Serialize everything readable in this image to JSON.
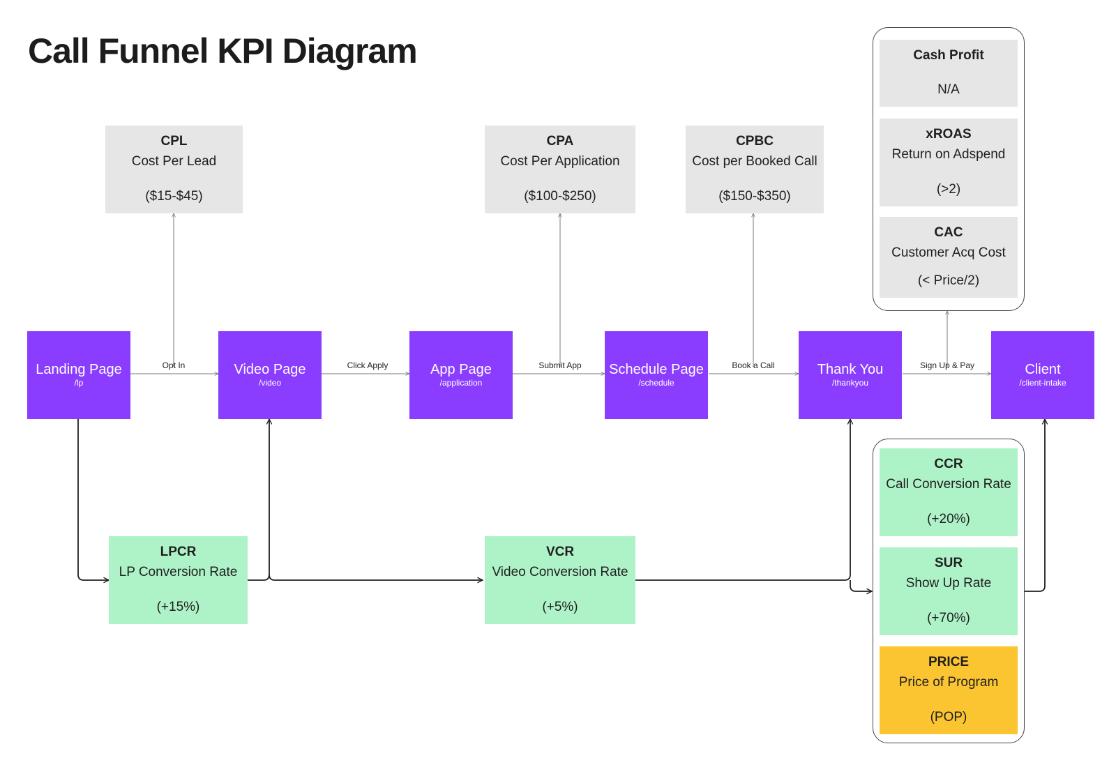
{
  "title": "Call Funnel KPI Diagram",
  "colors": {
    "page": "#8b3dff",
    "cost_kpi": "#e6e6e6",
    "rate_kpi": "#aef3c8",
    "price_kpi": "#fbc531"
  },
  "pages": [
    {
      "name": "Landing Page",
      "path": "/lp"
    },
    {
      "name": "Video Page",
      "path": "/video"
    },
    {
      "name": "App Page",
      "path": "/application"
    },
    {
      "name": "Schedule Page",
      "path": "/schedule"
    },
    {
      "name": "Thank You",
      "path": "/thankyou"
    },
    {
      "name": "Client",
      "path": "/client-intake"
    }
  ],
  "transitions": [
    "Opt In",
    "Click Apply",
    "Submit App",
    "Book a Call",
    "Sign Up & Pay"
  ],
  "cost_kpis": [
    {
      "abbr": "CPL",
      "name": "Cost Per Lead",
      "value": "($15-$45)"
    },
    {
      "abbr": "CPA",
      "name": "Cost Per Application",
      "value": "($100-$250)"
    },
    {
      "abbr": "CPBC",
      "name": "Cost per Booked Call",
      "value": "($150-$350)"
    }
  ],
  "profit_group": [
    {
      "abbr": "Cash Profit",
      "name": "",
      "value": "N/A"
    },
    {
      "abbr": "xROAS",
      "name": "Return on Adspend",
      "value": "(>2)"
    },
    {
      "abbr": "CAC",
      "name": "Customer Acq Cost",
      "value": "(< Price/2)"
    }
  ],
  "rate_kpis": [
    {
      "abbr": "LPCR",
      "name": "LP Conversion Rate",
      "value": "(+15%)"
    },
    {
      "abbr": "VCR",
      "name": "Video Conversion Rate",
      "value": "(+5%)"
    }
  ],
  "sales_group": [
    {
      "abbr": "CCR",
      "name": "Call Conversion Rate",
      "value": "(+20%)"
    },
    {
      "abbr": "SUR",
      "name": "Show Up Rate",
      "value": "(+70%)"
    },
    {
      "abbr": "PRICE",
      "name": "Price of Program",
      "value": "(POP)"
    }
  ]
}
